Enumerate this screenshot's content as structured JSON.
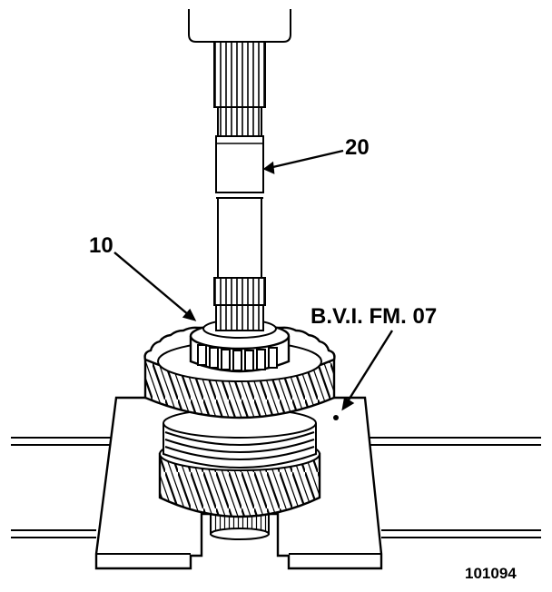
{
  "callouts": {
    "shaft_ref": "20",
    "bearing_ref": "10",
    "tool_ref": "B.V.I. FM. 07"
  },
  "figure_number": "101094",
  "colors": {
    "ink": "#000000",
    "paper": "#ffffff"
  }
}
